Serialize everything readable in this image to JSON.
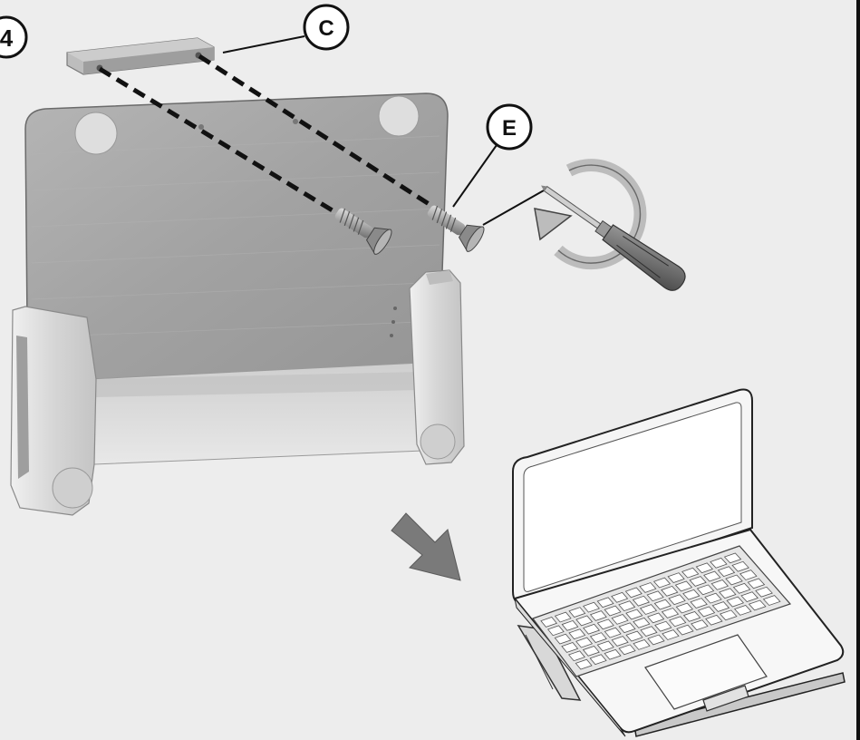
{
  "step": {
    "number": "4"
  },
  "callouts": {
    "part_c": "C",
    "part_e": "E"
  },
  "icons": {
    "bracket": "mounting-bracket",
    "stand": "laptop-stand",
    "screws": "wood-screw",
    "tool": "screwdriver",
    "rotation": "clockwise-rotation-arrow",
    "direction": "diagonal-arrow",
    "device": "laptop"
  },
  "colors": {
    "background": "#ededed",
    "stand_panel": "#a3a3a3",
    "stand_metal": "#dadada",
    "arrow": "#7a7a7a",
    "outline": "#111111"
  }
}
